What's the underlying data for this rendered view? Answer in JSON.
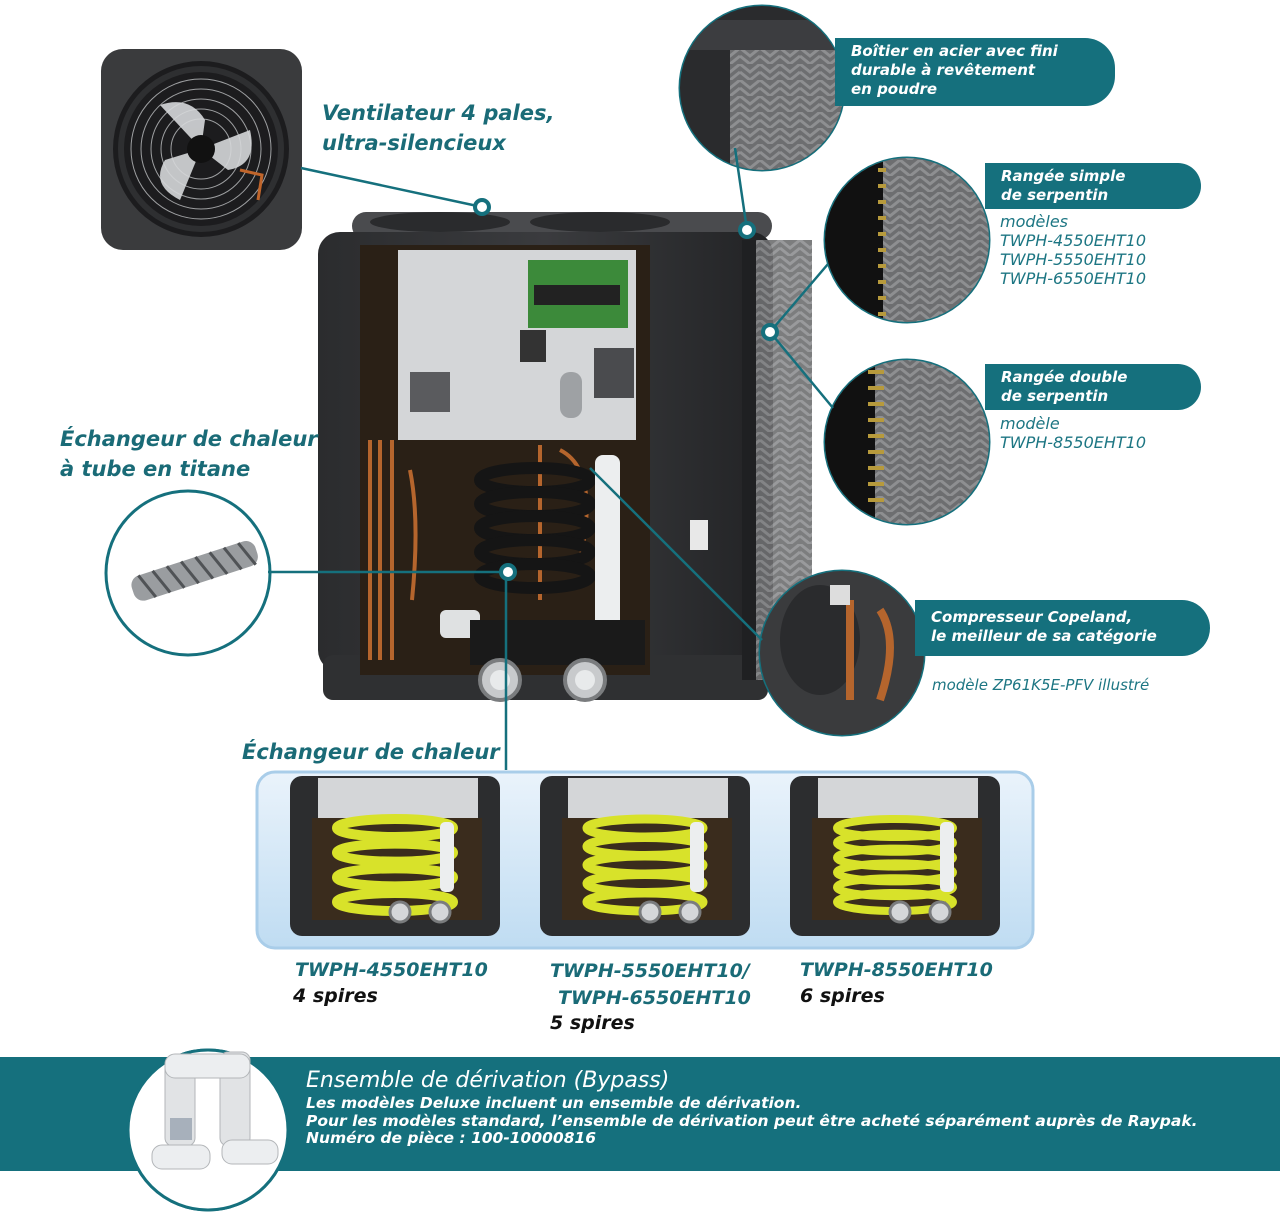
{
  "fan": {
    "title_lines": [
      "Ventilateur 4 pales,",
      "ultra-silencieux"
    ]
  },
  "cabinet": {
    "lines": [
      "Boîtier en acier avec fini",
      "durable à revêtement",
      "en poudre"
    ]
  },
  "single_coil": {
    "title_lines": [
      "Rangée simple",
      "de serpentin"
    ],
    "models_lines": [
      "modèles",
      "TWPH-4550EHT10",
      "TWPH-5550EHT10",
      "TWPH-6550EHT10"
    ]
  },
  "double_coil": {
    "title_lines": [
      "Rangée double",
      "de serpentin"
    ],
    "models_lines": [
      "modèle",
      "TWPH-8550EHT10"
    ]
  },
  "titanium": {
    "title_lines": [
      "Échangeur de chaleur",
      "à tube en titane"
    ]
  },
  "compressor": {
    "title_lines": [
      "Compresseur Copeland,",
      "le meilleur de sa catégorie"
    ],
    "model": "modèle ZP61K5E-PFV illustré"
  },
  "heat_exchanger": {
    "title": "Échangeur de chaleur",
    "variants": [
      {
        "model_lines": [
          "TWPH-4550EHT10"
        ],
        "coils": "4 spires",
        "coil_count": 4
      },
      {
        "model_lines": [
          "TWPH-5550EHT10/",
          "TWPH-6550EHT10"
        ],
        "coils": "5 spires",
        "coil_count": 5
      },
      {
        "model_lines": [
          "TWPH-8550EHT10"
        ],
        "coils": "6 spires",
        "coil_count": 6
      }
    ]
  },
  "bypass": {
    "title": "Ensemble de dérivation (Bypass)",
    "lines": [
      "Les modèles Deluxe incluent un ensemble de dérivation.",
      "Pour les modèles standard, l’ensemble de dérivation peut être acheté séparément auprès de Raypak.",
      "Numéro de pièce : 100-10000816"
    ]
  },
  "colors": {
    "teal": "#15707d",
    "teal_text": "#1a6b77",
    "copper": "#b5652d",
    "coil_yellow": "#d8e22a"
  }
}
